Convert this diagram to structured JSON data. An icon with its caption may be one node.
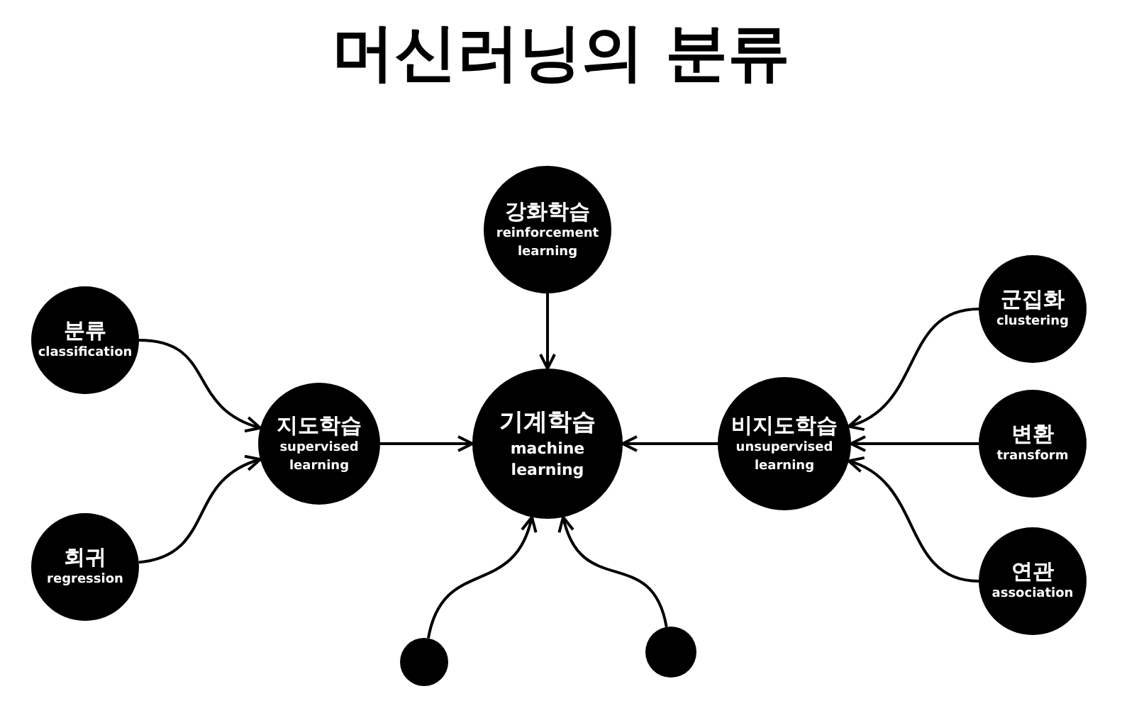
{
  "diagram": {
    "title": "머신러닝의 분류",
    "nodes": [
      {
        "text": [
          "강화학습",
          "reinforcement learning"
        ]
      },
      {
        "text": [
          "분류",
          "classification"
        ]
      },
      {
        "text": [
          "회귀",
          "regression"
        ]
      },
      {
        "text": [
          "지도학습",
          "supervised learning"
        ]
      },
      {
        "text": [
          "기계학습",
          "machine learning"
        ]
      },
      {
        "text": [
          "비지도학습",
          "unsupervised learning"
        ]
      },
      {
        "text": [
          "군집화",
          "clustering"
        ]
      },
      {
        "text": [
          "변환",
          "transform"
        ]
      },
      {
        "text": [
          "연관",
          "association"
        ]
      },
      {
        "text": [],
        "shape": "circle"
      },
      {
        "text": [],
        "shape": "circle"
      }
    ],
    "edges": [
      {
        "from": 0,
        "to": 4,
        "arrow": "to"
      },
      {
        "from": 1,
        "to": 3,
        "arrow": "to"
      },
      {
        "from": 2,
        "to": 3,
        "arrow": "to"
      },
      {
        "from": 3,
        "to": 4,
        "arrow": "to"
      },
      {
        "from": 5,
        "to": 4,
        "arrow": "to"
      },
      {
        "from": 6,
        "to": 5,
        "arrow": "to"
      },
      {
        "from": 7,
        "to": 5,
        "arrow": "to"
      },
      {
        "from": 8,
        "to": 5,
        "arrow": "to"
      },
      {
        "from": 9,
        "to": 4,
        "arrow": "to"
      },
      {
        "from": 10,
        "to": 4,
        "arrow": "to"
      }
    ]
  }
}
